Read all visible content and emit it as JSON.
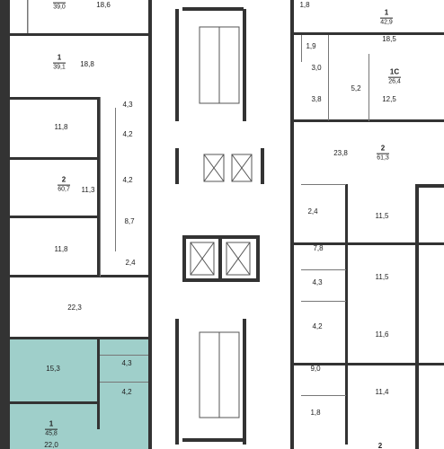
{
  "colors": {
    "wall": "#333333",
    "thin_wall": "#777777",
    "highlight": "#9fcfca",
    "background": "#ffffff"
  },
  "apartments": [
    {
      "id": "apt-top-left",
      "number": "1",
      "area": "39,0"
    },
    {
      "id": "apt-left-1",
      "number": "1",
      "area": "39,1"
    },
    {
      "id": "apt-left-2",
      "number": "2",
      "area": "60,7"
    },
    {
      "id": "apt-left-selected",
      "number": "1",
      "area": "45,8"
    },
    {
      "id": "apt-right-top",
      "number": "1",
      "area": "42,9"
    },
    {
      "id": "apt-right-studio",
      "number": "1С",
      "area": "26,4"
    },
    {
      "id": "apt-right-2",
      "number": "2",
      "area": "61,3"
    }
  ],
  "rooms": [
    {
      "id": "r-left-top",
      "area": "18,6"
    },
    {
      "id": "r-left-a-main",
      "area": "18,8"
    },
    {
      "id": "r-left-a-hall",
      "area": "4,3"
    },
    {
      "id": "r-left-b-room1",
      "area": "11,8"
    },
    {
      "id": "r-left-b-bath1",
      "area": "4,2"
    },
    {
      "id": "r-left-b-bath2",
      "area": "4,2"
    },
    {
      "id": "r-left-b-kitchen",
      "area": "11,3"
    },
    {
      "id": "r-left-b-hall",
      "area": "8,7"
    },
    {
      "id": "r-left-b-room2",
      "area": "11,8"
    },
    {
      "id": "r-left-b-wc",
      "area": "2,4"
    },
    {
      "id": "r-left-big",
      "area": "22,3"
    },
    {
      "id": "r-sel-room",
      "area": "15,3"
    },
    {
      "id": "r-sel-bath",
      "area": "4,3"
    },
    {
      "id": "r-sel-hall",
      "area": "4,2"
    },
    {
      "id": "r-sel-main",
      "area": "22,0"
    },
    {
      "id": "r-right-wc-top",
      "area": "1,8"
    },
    {
      "id": "r-right-main-top",
      "area": "18,5"
    },
    {
      "id": "r-right-wc",
      "area": "1,9"
    },
    {
      "id": "r-right-hall-a",
      "area": "3,0"
    },
    {
      "id": "r-right-hall-b",
      "area": "5,2"
    },
    {
      "id": "r-right-bath",
      "area": "3,8"
    },
    {
      "id": "r-right-studio",
      "area": "12,5"
    },
    {
      "id": "r-right-living",
      "area": "23,8"
    },
    {
      "id": "r-right-wc2",
      "area": "2,4"
    },
    {
      "id": "r-right-room-a",
      "area": "11,5"
    },
    {
      "id": "r-right-hall-c",
      "area": "7,8"
    },
    {
      "id": "r-right-room-b",
      "area": "11,5"
    },
    {
      "id": "r-right-bath-c",
      "area": "4,3"
    },
    {
      "id": "r-right-bath-d",
      "area": "4,2"
    },
    {
      "id": "r-right-room-c",
      "area": "11,6"
    },
    {
      "id": "r-right-hall-d",
      "area": "9,0"
    },
    {
      "id": "r-right-room-d",
      "area": "11,4"
    },
    {
      "id": "r-right-wc3",
      "area": "1,8"
    }
  ],
  "cut_labels": [
    {
      "id": "cut-bottom-right",
      "number": "2"
    }
  ]
}
